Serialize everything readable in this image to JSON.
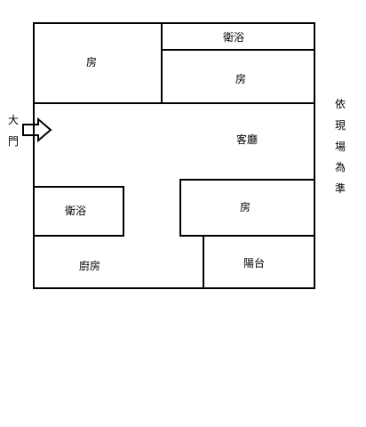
{
  "rooms": {
    "bedroom_top_left": "房",
    "bathroom_top_right": "衛浴",
    "bedroom_top_right": "房",
    "living_room": "客廳",
    "bathroom_left": "衛浴",
    "bedroom_right": "房",
    "kitchen": "廚房",
    "balcony": "陽台"
  },
  "entrance": {
    "label_line1": "大",
    "label_line2": "門"
  },
  "note": [
    "依",
    "現",
    "場",
    "為",
    "準"
  ],
  "colors": {
    "line": "#000000",
    "background": "#ffffff"
  }
}
